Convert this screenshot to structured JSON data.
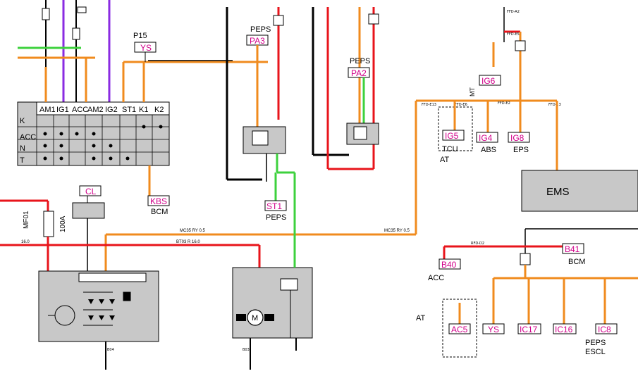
{
  "colors": {
    "red": "#e8141b",
    "orange": "#f08b1e",
    "green": "#3dd13d",
    "purple": "#8a2be2",
    "black": "#000000",
    "tag_text": "#d1008a",
    "module_gray": "#c8c8c8"
  },
  "ignition_switch": {
    "pins": [
      "AM1",
      "IG1",
      "ACC",
      "AM2",
      "IG2",
      "ST1",
      "K1",
      "K2"
    ],
    "rows": [
      "K",
      "ACC",
      "N",
      "T"
    ]
  },
  "connectors": {
    "p15": "P15",
    "ys_top": "YS",
    "pa3": "PA3",
    "pa2": "PA2",
    "kbs": "KBS",
    "cl": "CL",
    "st1": "ST1",
    "ig6": "IG6",
    "ig5": "IG5",
    "ig4": "IG4",
    "ig8": "IG8",
    "b41": "B41",
    "b40": "B40",
    "ac5": "AC5",
    "ys_bottom": "YS",
    "ic17": "IC17",
    "ic16": "IC16",
    "ic8": "IC8"
  },
  "labels": {
    "peps_pa3": "PEPS",
    "peps_pa2": "PEPS",
    "bcm_kbs": "BCM",
    "peps_st1": "PEPS",
    "abs": "ABS",
    "eps": "EPS",
    "tcu": "TCU",
    "at_tcu": "AT",
    "ems": "EMS",
    "bcm_b41": "BCM",
    "acc_b40": "ACC",
    "at_bottom": "AT",
    "peps_ic8": "PEPS",
    "escl": "ESCL",
    "fuse_mf01": "MF01",
    "fuse_100a": "100A",
    "motor": "M",
    "mt": "MT"
  },
  "wire_codes": {
    "mc35_left": "MC35 RY 0.5",
    "mc35_right": "MC35 RY 0.5",
    "bt03": "BT03 R 16.0",
    "rfd_d2": "RFD-D2",
    "ffd_e13": "FFD-E13",
    "ffd_e6": "FFD-E6",
    "ffd_e2": "FFD-E2",
    "ffd_13": "FFD-13",
    "ffd_e5": "FFD-E5",
    "ffd_a2": "FFD-A2",
    "r160": "16.0",
    "b04": "B04",
    "b03": "B03"
  }
}
